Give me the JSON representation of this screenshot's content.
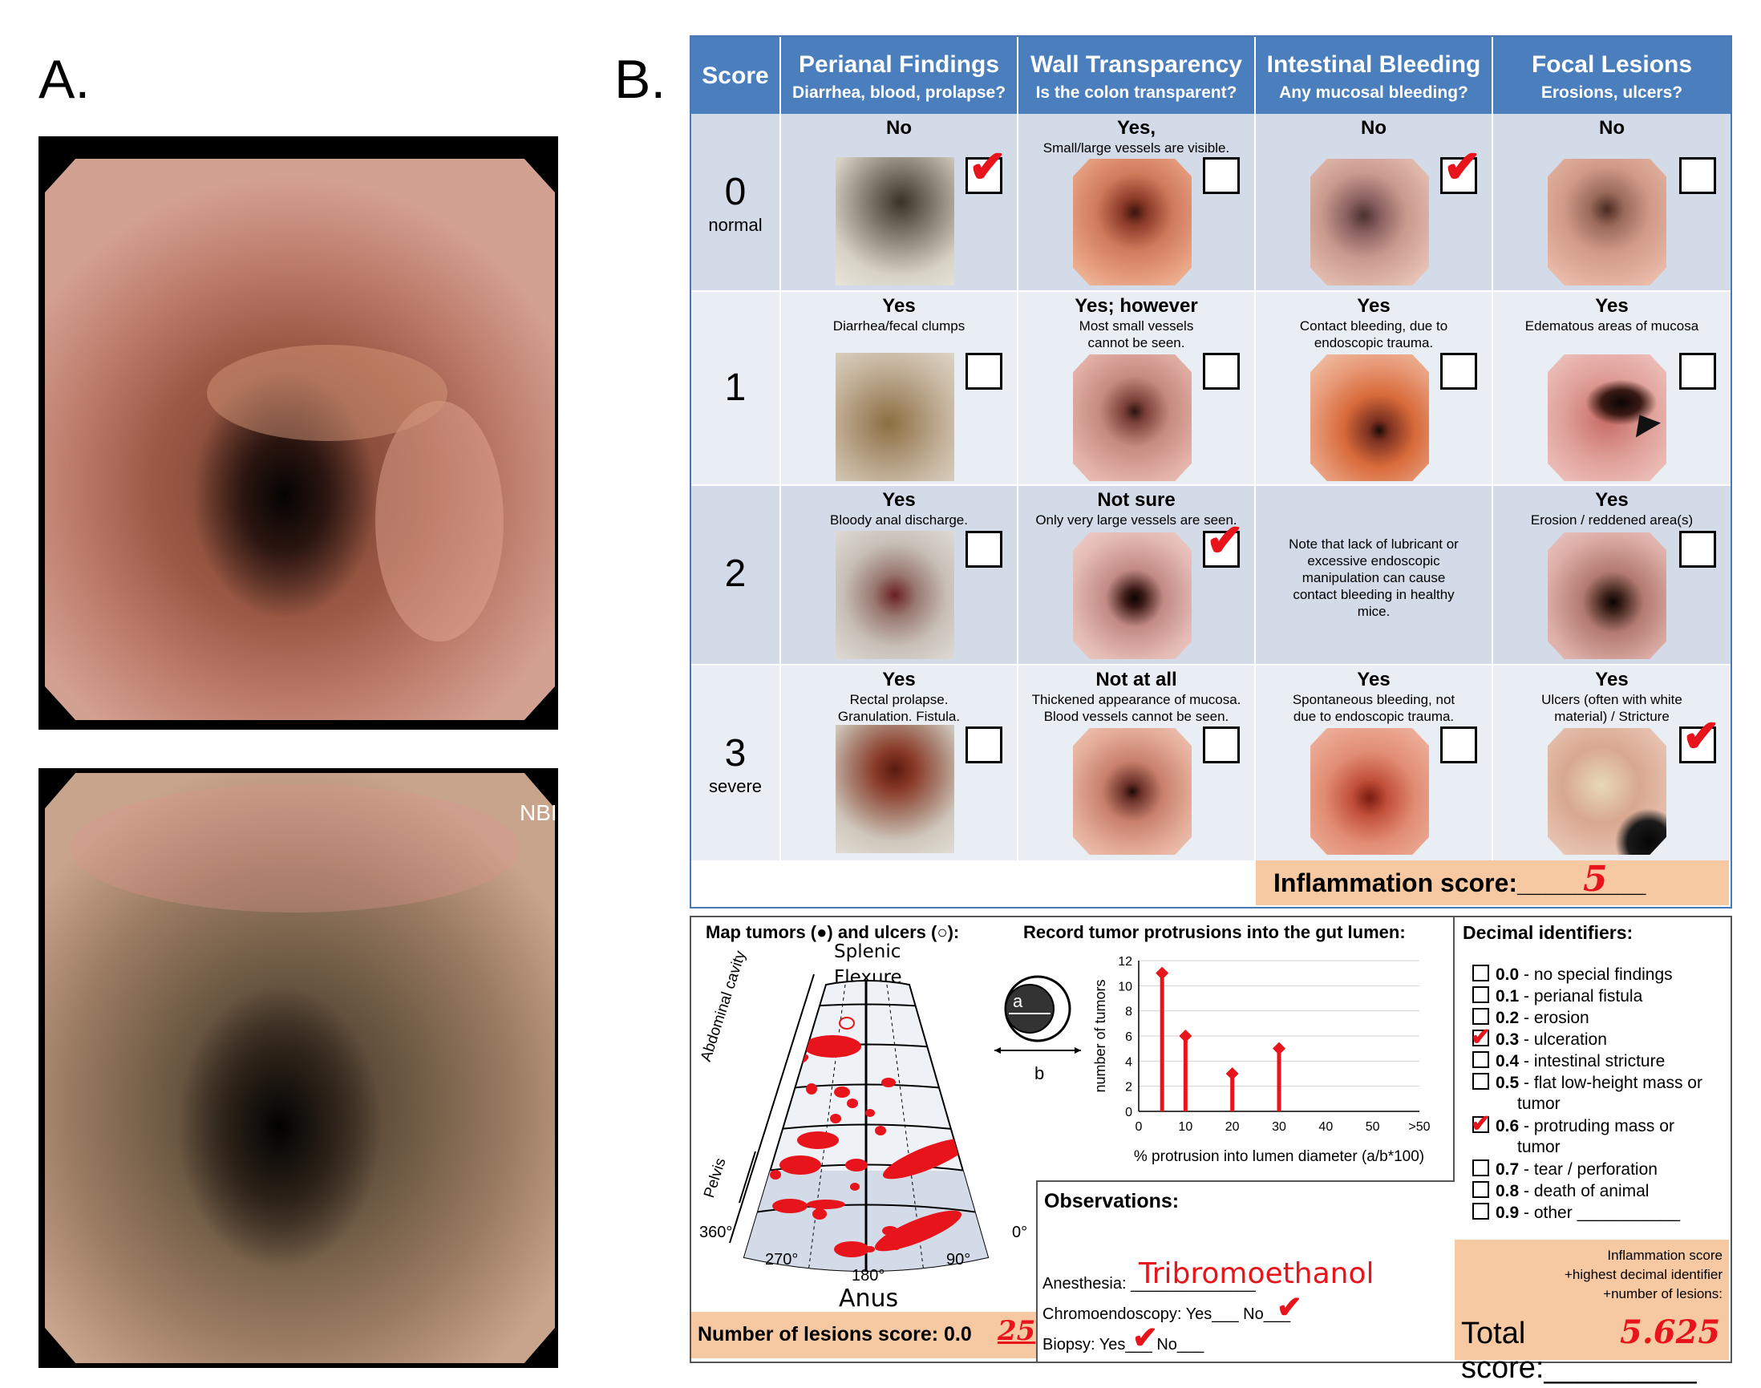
{
  "panel_a": {
    "letter": "A.",
    "nbi_label": "NBI"
  },
  "panel_b": {
    "letter": "B."
  },
  "table": {
    "score_header": "Score",
    "columns": [
      {
        "title": "Perianal Findings",
        "subtitle": "Diarrhea, blood, prolapse?"
      },
      {
        "title": "Wall Transparency",
        "subtitle": "Is the colon transparent?"
      },
      {
        "title": "Intestinal Bleeding",
        "subtitle": "Any mucosal bleeding?"
      },
      {
        "title": "Focal Lesions",
        "subtitle": "Erosions, ulcers?"
      }
    ],
    "rows": [
      {
        "score": "0",
        "label": "normal",
        "cells": [
          {
            "answer": "No",
            "desc": "",
            "checked": true
          },
          {
            "answer": "Yes,",
            "desc": "Small/large vessels are visible.",
            "checked": false
          },
          {
            "answer": "No",
            "desc": "",
            "checked": true
          },
          {
            "answer": "No",
            "desc": "",
            "checked": false
          }
        ]
      },
      {
        "score": "1",
        "label": "",
        "cells": [
          {
            "answer": "Yes",
            "desc": "Diarrhea/fecal clumps",
            "checked": false
          },
          {
            "answer": "Yes; however",
            "desc": "Most small vessels cannot be seen.",
            "checked": false
          },
          {
            "answer": "Yes",
            "desc": "Contact bleeding, due to endoscopic trauma.",
            "checked": false
          },
          {
            "answer": "Yes",
            "desc": "Edematous areas of mucosa",
            "checked": false
          }
        ]
      },
      {
        "score": "2",
        "label": "",
        "cells": [
          {
            "answer": "Yes",
            "desc": "Bloody anal discharge.",
            "checked": false
          },
          {
            "answer": "Not sure",
            "desc": "Only very large vessels are seen.",
            "checked": true
          },
          {
            "answer": "",
            "desc": "Note that lack of lubricant or excessive endoscopic manipulation can cause contact bleeding in healthy mice.",
            "checked": false
          },
          {
            "answer": "Yes",
            "desc": "Erosion / reddened area(s)",
            "checked": false
          }
        ]
      },
      {
        "score": "3",
        "label": "severe",
        "cells": [
          {
            "answer": "Yes",
            "desc": "Rectal prolapse. Granulation. Fistula.",
            "checked": false
          },
          {
            "answer": "Not at all",
            "desc": "Thickened appearance of mucosa. Blood vessels cannot be seen.",
            "checked": false
          },
          {
            "answer": "Yes",
            "desc": "Spontaneous bleeding, not due to endoscopic trauma.",
            "checked": false
          },
          {
            "answer": "Yes",
            "desc": "Ulcers (often with white material) / Stricture",
            "checked": true
          }
        ]
      }
    ],
    "inflammation_label": "Inflammation score:_________",
    "inflammation_value": "5"
  },
  "map": {
    "title": "Map tumors (●) and ulcers (○):",
    "top_label_1": "Splenic",
    "top_label_2": "Flexure",
    "side_abdominal": "Abdominal cavity",
    "side_pelvis": "Pelvis",
    "deg_360": "360°",
    "deg_270": "270°",
    "deg_180": "180°",
    "deg_90": "90°",
    "deg_0": "0°",
    "bottom_label": "Anus",
    "lesions_label": "Number of lesions score: 0.0",
    "lesions_value": "25"
  },
  "protrusion": {
    "title": "Record tumor protrusions into the gut lumen:",
    "diagram_a": "a",
    "diagram_b": "b"
  },
  "chart_data": {
    "type": "bar",
    "categories": [
      "0",
      "10",
      "20",
      "30",
      "40",
      "50",
      ">50"
    ],
    "x": [
      5,
      10,
      20,
      30
    ],
    "values": [
      11,
      6,
      3,
      5
    ],
    "xlabel": "% protrusion into lumen diameter (a/b*100)",
    "ylabel": "number of tumors",
    "ylim": [
      0,
      12
    ],
    "yticks": [
      "0",
      "2",
      "4",
      "6",
      "8",
      "10",
      "12"
    ],
    "color": "#e8141b",
    "grid": true
  },
  "observations": {
    "title": "Observations:",
    "anesthesia_label": "Anesthesia: ______________",
    "anesthesia_value": "Tribromoethanol",
    "chromo_label": "Chromoendoscopy: Yes___ No___",
    "biopsy_label": "Biopsy: Yes___ No___"
  },
  "decimal": {
    "title": "Decimal identifiers:",
    "items": [
      {
        "code": "0.0",
        "text": " - no special findings",
        "checked": false
      },
      {
        "code": "0.1",
        "text": " - perianal fistula",
        "checked": false
      },
      {
        "code": "0.2",
        "text": " - erosion",
        "checked": false
      },
      {
        "code": "0.3",
        "text": " - ulceration",
        "checked": true
      },
      {
        "code": "0.4",
        "text": " - intestinal stricture",
        "checked": false
      },
      {
        "code": "0.5",
        "text": " - flat low-height mass or",
        "checked": false
      },
      {
        "code": "",
        "text": "tumor",
        "checked": false
      },
      {
        "code": "0.6",
        "text": " - protruding mass or",
        "checked": true
      },
      {
        "code": "",
        "text": "tumor",
        "checked": false
      },
      {
        "code": "0.7",
        "text": " - tear / perforation",
        "checked": false
      },
      {
        "code": "0.8",
        "text": " - death of animal",
        "checked": false
      },
      {
        "code": "0.9",
        "text": " - other ___________",
        "checked": false
      }
    ],
    "total_note_1": "Inflammation score",
    "total_note_2": "+highest decimal identifier",
    "total_note_3": "+number of lesions:",
    "total_label": "Total score:_________",
    "total_value": "5.625"
  },
  "colors": {
    "header_blue": "#4a7ebd",
    "row_dark": "#d3dbe8",
    "row_light": "#e9edf4",
    "peach": "#f6c9a3",
    "check_red": "#e8141b"
  }
}
